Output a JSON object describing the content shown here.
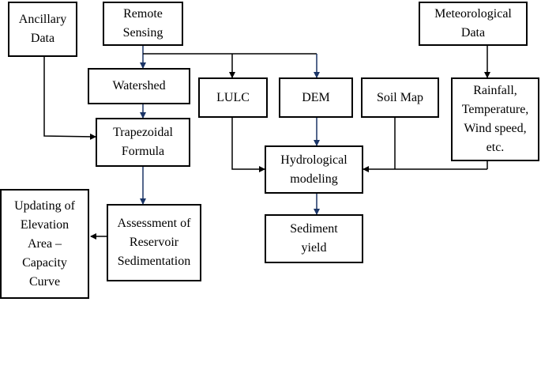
{
  "colors": {
    "line_black": "#000000",
    "line_blue": "#1a3466",
    "box_border": "#000000",
    "background": "#ffffff"
  },
  "boxes": {
    "ancillary_data": "Ancillary\nData",
    "remote_sensing": "Remote\nSensing",
    "meteorological_data": "Meteorological\nData",
    "watershed": "Watershed",
    "lulc": "LULC",
    "dem": "DEM",
    "soil_map": "Soil Map",
    "rainfall": "Rainfall,\nTemperature,\nWind speed,\netc.",
    "trapezoidal_formula": "Trapezoidal\nFormula",
    "hydrological_modeling": "Hydrological\nmodeling",
    "updating_curve": "Updating of\nElevation\nArea –\nCapacity\nCurve",
    "assessment": "Assessment of\nReservoir\nSedimentation",
    "sediment_yield": "Sediment\nyield"
  }
}
